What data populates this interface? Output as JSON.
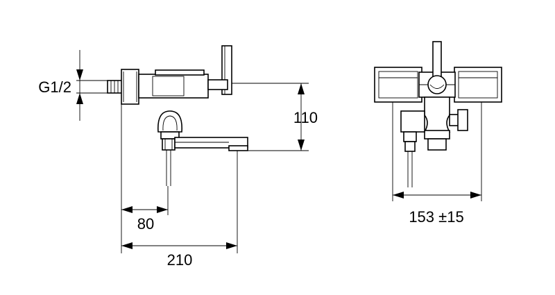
{
  "dimensions": {
    "thread": "G1/2",
    "height": "110",
    "offset": "80",
    "length": "210",
    "width": "153 ±15"
  }
}
